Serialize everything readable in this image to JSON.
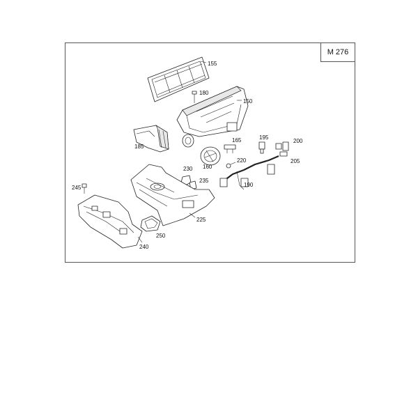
{
  "diagram": {
    "model_code": "M 276",
    "callouts": [
      {
        "id": "155",
        "label": "155"
      },
      {
        "id": "180",
        "label": "180"
      },
      {
        "id": "150",
        "label": "150"
      },
      {
        "id": "185",
        "label": "185"
      },
      {
        "id": "165",
        "label": "165"
      },
      {
        "id": "160",
        "label": "160"
      },
      {
        "id": "195",
        "label": "195"
      },
      {
        "id": "200",
        "label": "200"
      },
      {
        "id": "205",
        "label": "205"
      },
      {
        "id": "220",
        "label": "220"
      },
      {
        "id": "230",
        "label": "230"
      },
      {
        "id": "235",
        "label": "235"
      },
      {
        "id": "190",
        "label": "190"
      },
      {
        "id": "245",
        "label": "245"
      },
      {
        "id": "225",
        "label": "225"
      },
      {
        "id": "250",
        "label": "250"
      },
      {
        "id": "240",
        "label": "240"
      }
    ]
  }
}
